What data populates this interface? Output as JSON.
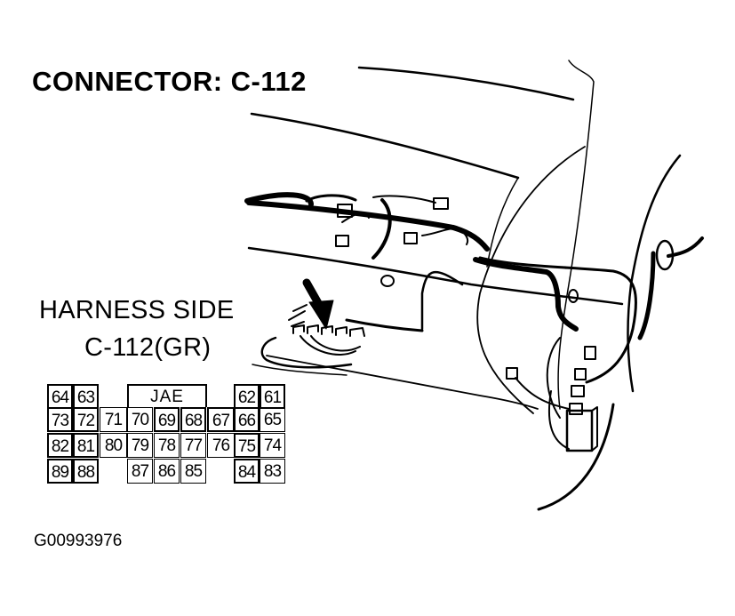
{
  "diagram": {
    "title": "CONNECTOR: C-112",
    "view_label": "HARNESS SIDE",
    "connector_label": "C-112(GR)",
    "figure_id": "G00993976",
    "connector_face": {
      "manufacturer_label": "JAE",
      "rows": [
        [
          "64",
          "63",
          "",
          "JAE",
          "",
          "",
          "",
          "62",
          "61"
        ],
        [
          "73",
          "72",
          "71",
          "70",
          "69",
          "68",
          "67",
          "66",
          "65"
        ],
        [
          "82",
          "81",
          "80",
          "79",
          "78",
          "77",
          "76",
          "75",
          "74"
        ],
        [
          "89",
          "88",
          "",
          "87",
          "86",
          "85",
          "",
          "84",
          "83"
        ]
      ],
      "pins": {
        "r0": [
          "64",
          "63",
          "62",
          "61"
        ],
        "r1": [
          "73",
          "72",
          "71",
          "70",
          "69",
          "68",
          "67",
          "66",
          "65"
        ],
        "r2": [
          "82",
          "81",
          "80",
          "79",
          "78",
          "77",
          "76",
          "75",
          "74"
        ],
        "r3": [
          "89",
          "88",
          "87",
          "86",
          "85",
          "84",
          "83"
        ]
      }
    },
    "illustration": {
      "description": "Line drawing of dashboard wiring harness with arrow pointing to connector C-112",
      "colors": {
        "line": "#000000",
        "background": "#ffffff"
      }
    }
  }
}
